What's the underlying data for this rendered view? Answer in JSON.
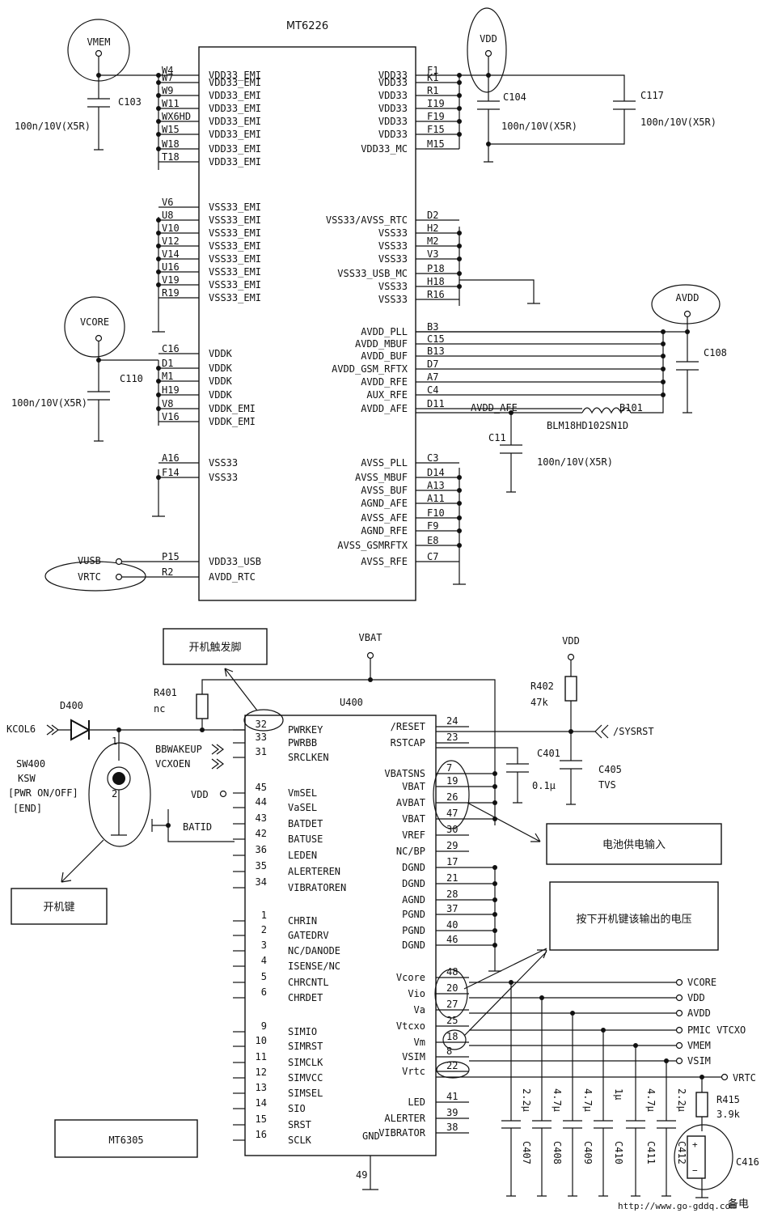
{
  "mt6226": {
    "title": "MT6226",
    "left_pins": [
      {
        "pin": "W4",
        "name": "VDD33_EMI"
      },
      {
        "pin": "W7",
        "name": "VDD33_EMI"
      },
      {
        "pin": "W9",
        "name": "VDD33_EMI"
      },
      {
        "pin": "W11",
        "name": "VDD33_EMI"
      },
      {
        "pin": "WX6HD",
        "name": "VDD33_EMI"
      },
      {
        "pin": "W15",
        "name": "VDD33_EMI"
      },
      {
        "pin": "W18",
        "name": "VDD33_EMI"
      },
      {
        "pin": "T18",
        "name": "VDD33_EMI"
      },
      {
        "pin": "V6",
        "name": "VSS33_EMI"
      },
      {
        "pin": "U8",
        "name": "VSS33_EMI"
      },
      {
        "pin": "V10",
        "name": "VSS33_EMI"
      },
      {
        "pin": "V12",
        "name": "VSS33_EMI"
      },
      {
        "pin": "V14",
        "name": "VSS33_EMI"
      },
      {
        "pin": "U16",
        "name": "VSS33_EMI"
      },
      {
        "pin": "V19",
        "name": "VSS33_EMI"
      },
      {
        "pin": "R19",
        "name": "VSS33_EMI"
      },
      {
        "pin": "C16",
        "name": "VDDK"
      },
      {
        "pin": "D1",
        "name": "VDDK"
      },
      {
        "pin": "M1",
        "name": "VDDK"
      },
      {
        "pin": "H19",
        "name": "VDDK"
      },
      {
        "pin": "V8",
        "name": "VDDK_EMI"
      },
      {
        "pin": "V16",
        "name": "VDDK_EMI"
      },
      {
        "pin": "A16",
        "name": "VSS33"
      },
      {
        "pin": "F14",
        "name": "VSS33"
      },
      {
        "pin": "P15",
        "name": "VDD33_USB"
      },
      {
        "pin": "R2",
        "name": "AVDD_RTC"
      }
    ],
    "right_pins": [
      {
        "pin": "F1",
        "name": "VDD33"
      },
      {
        "pin": "K1",
        "name": "VDD33"
      },
      {
        "pin": "R1",
        "name": "VDD33"
      },
      {
        "pin": "I19",
        "name": "VDD33"
      },
      {
        "pin": "F19",
        "name": "VDD33"
      },
      {
        "pin": "F15",
        "name": "VDD33"
      },
      {
        "pin": "M15",
        "name": "VDD33_MC"
      },
      {
        "pin": "D2",
        "name": "VSS33/AVSS_RTC"
      },
      {
        "pin": "H2",
        "name": "VSS33"
      },
      {
        "pin": "M2",
        "name": "VSS33"
      },
      {
        "pin": "V3",
        "name": "VSS33"
      },
      {
        "pin": "P18",
        "name": "VSS33_USB_MC"
      },
      {
        "pin": "H18",
        "name": "VSS33"
      },
      {
        "pin": "R16",
        "name": "VSS33"
      },
      {
        "pin": "B3",
        "name": "AVDD_PLL"
      },
      {
        "pin": "C15",
        "name": "AVDD_MBUF"
      },
      {
        "pin": "B13",
        "name": "AVDD_BUF"
      },
      {
        "pin": "D7",
        "name": "AVDD_GSM_RFTX"
      },
      {
        "pin": "A7",
        "name": "AVDD_RFE"
      },
      {
        "pin": "C4",
        "name": "AUX_RFE"
      },
      {
        "pin": "D11",
        "name": "AVDD_AFE"
      },
      {
        "pin": "C3",
        "name": "AVSS_PLL"
      },
      {
        "pin": "D14",
        "name": "AVSS_MBUF"
      },
      {
        "pin": "A13",
        "name": "AVSS_BUF"
      },
      {
        "pin": "A11",
        "name": "AGND_AFE"
      },
      {
        "pin": "F10",
        "name": "AVSS_AFE"
      },
      {
        "pin": "F9",
        "name": "AGND_RFE"
      },
      {
        "pin": "E8",
        "name": "AVSS_GSMRFTX"
      },
      {
        "pin": "C7",
        "name": "AVSS_RFE"
      }
    ]
  },
  "top_labels": {
    "vmem": "VMEM",
    "vdd": "VDD",
    "vcore": "VCORE",
    "avdd": "AVDD",
    "c103": "C103",
    "c104": "C104",
    "c117": "C117",
    "c110": "C110",
    "c108": "C108",
    "c11": "C11",
    "cap_val": "100n/10V(X5R)",
    "avdd_afe_net": "AVDD_AFE",
    "b101": "B101",
    "ferrite": "BLM18HD102SN1D",
    "vusb": "VUSB",
    "vrtc": "VRTC"
  },
  "u400": {
    "name": "U400",
    "part": "MT6305",
    "gnd_pin": "49",
    "left_pins": [
      {
        "num": "32",
        "name": "PWRKEY"
      },
      {
        "num": "33",
        "name": "PWRBB"
      },
      {
        "num": "31",
        "name": "SRCLKEN"
      },
      {
        "num": "45",
        "name": "VmSEL"
      },
      {
        "num": "44",
        "name": "VaSEL"
      },
      {
        "num": "43",
        "name": "BATDET"
      },
      {
        "num": "42",
        "name": "BATUSE"
      },
      {
        "num": "36",
        "name": "LEDEN"
      },
      {
        "num": "35",
        "name": "ALERTEREN"
      },
      {
        "num": "34",
        "name": "VIBRATOREN"
      },
      {
        "num": "1",
        "name": "CHRIN"
      },
      {
        "num": "2",
        "name": "GATEDRV"
      },
      {
        "num": "3",
        "name": "NC/DANODE"
      },
      {
        "num": "4",
        "name": "ISENSE/NC"
      },
      {
        "num": "5",
        "name": "CHRCNTL"
      },
      {
        "num": "6",
        "name": "CHRDET"
      },
      {
        "num": "9",
        "name": "SIMIO"
      },
      {
        "num": "10",
        "name": "SIMRST"
      },
      {
        "num": "11",
        "name": "SIMCLK"
      },
      {
        "num": "12",
        "name": "SIMVCC"
      },
      {
        "num": "13",
        "name": "SIMSEL"
      },
      {
        "num": "14",
        "name": "SIO"
      },
      {
        "num": "15",
        "name": "SRST"
      },
      {
        "num": "16",
        "name": "SCLK"
      }
    ],
    "right_pins": [
      {
        "num": "24",
        "name": "/RESET"
      },
      {
        "num": "23",
        "name": "RSTCAP"
      },
      {
        "num": "7",
        "name": "VBATSNS"
      },
      {
        "num": "19",
        "name": "VBAT"
      },
      {
        "num": "26",
        "name": "AVBAT"
      },
      {
        "num": "47",
        "name": "VBAT"
      },
      {
        "num": "30",
        "name": "VREF"
      },
      {
        "num": "29",
        "name": "NC/BP"
      },
      {
        "num": "17",
        "name": "DGND"
      },
      {
        "num": "21",
        "name": "DGND"
      },
      {
        "num": "28",
        "name": "AGND"
      },
      {
        "num": "37",
        "name": "PGND"
      },
      {
        "num": "40",
        "name": "PGND"
      },
      {
        "num": "46",
        "name": "DGND"
      },
      {
        "num": "48",
        "name": "Vcore"
      },
      {
        "num": "20",
        "name": "Vio"
      },
      {
        "num": "27",
        "name": "Va"
      },
      {
        "num": "25",
        "name": "Vtcxo"
      },
      {
        "num": "18",
        "name": "Vm"
      },
      {
        "num": "8",
        "name": "VSIM"
      },
      {
        "num": "22",
        "name": "Vrtc"
      },
      {
        "num": "41",
        "name": "LED"
      },
      {
        "num": "39",
        "name": "ALERTER"
      },
      {
        "num": "38",
        "name": "VIBRATOR"
      }
    ],
    "gnd_label": "GND"
  },
  "bottom_labels": {
    "vbat": "VBAT",
    "vdd": "VDD",
    "r401": "R401",
    "r401_val": "nc",
    "r402": "R402",
    "r402_val": "47k",
    "d400": "D400",
    "kcol6": "KCOL6",
    "sysrst": "/SYSRST",
    "sw400": "SW400",
    "ksw": "KSW",
    "pwr": "[PWR ON/OFF]",
    "end": "[END]",
    "sw_pin1": "1",
    "sw_pin2": "2",
    "bbwakeup": "BBWAKEUP",
    "vcxoen": "VCXOEN",
    "vdd_in": "VDD",
    "batid": "BATID",
    "c401": "C401",
    "c401_val": "0.1μ",
    "c405": "C405",
    "c405_val": "TVS",
    "outputs": [
      "VCORE",
      "VDD",
      "AVDD",
      "PMIC VTCXO",
      "VMEM",
      "VSIM"
    ],
    "vrtc_out": "VRTC",
    "r415": "R415",
    "r415_val": "3.9k",
    "c416": "C416",
    "backup": "备电",
    "caps": [
      {
        "name": "C407",
        "val": "2.2μ"
      },
      {
        "name": "C408",
        "val": "4.7μ"
      },
      {
        "name": "C409",
        "val": "4.7μ"
      },
      {
        "name": "C410",
        "val": "1μ"
      },
      {
        "name": "C411",
        "val": "4.7μ"
      },
      {
        "name": "C412",
        "val": "2.2μ"
      }
    ],
    "watermark": "http://www.go-gddq.com"
  },
  "callouts": {
    "trigger": "开机触发脚",
    "battery": "电池供电输入",
    "output": "按下开机键该输出的电压",
    "key": "开机键"
  }
}
